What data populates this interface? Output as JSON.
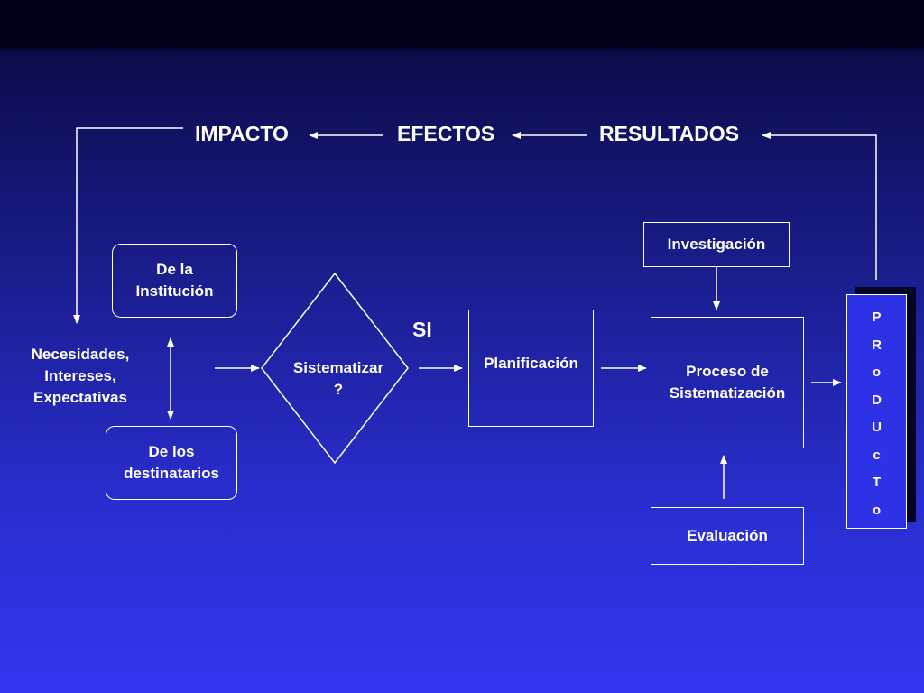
{
  "top_row": {
    "impacto": "IMPACTO",
    "efectos": "EFECTOS",
    "resultados": "RESULTADOS"
  },
  "nodes": {
    "institucion": "De la\nInstitución",
    "destinatarios": "De los\ndestinatarios",
    "necesidades": "Necesidades,\nIntereses,\nExpectativas",
    "sistematizar": "Sistematizar\n?",
    "si": "SI",
    "planificacion": "Planificación",
    "investigacion": "Investigación",
    "proceso": "Proceso de\nSistematización",
    "evaluacion": "Evaluación"
  },
  "producto_letters": [
    "P",
    "R",
    "o",
    "D",
    "U",
    "c",
    "T",
    "o"
  ]
}
